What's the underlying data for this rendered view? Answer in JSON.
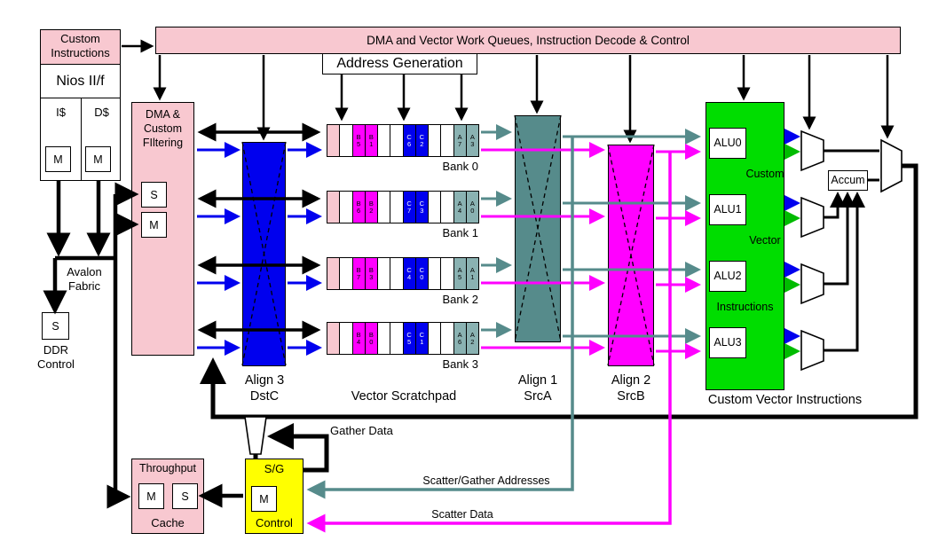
{
  "colors": {
    "pink": "#f8c8d0",
    "blue": "#0000ee",
    "magenta": "#ff00ff",
    "teal": "#568b8b",
    "teal_light": "#8ab2b2",
    "green": "#00dd00",
    "yellow": "#ffff00"
  },
  "top_bar": {
    "label": "DMA and Vector Work Queues, Instruction Decode & Control"
  },
  "address_generation": {
    "label": "Address Generation"
  },
  "processor": {
    "custom_instructions_line1": "Custom",
    "custom_instructions_line2": "Instructions",
    "core": "Nios II/f",
    "icache": "I$",
    "dcache": "D$",
    "icache_port": "M",
    "dcache_port": "M"
  },
  "dma": {
    "line1": "DMA &",
    "line2": "Custom",
    "line3": "FIltering",
    "s_port": "S",
    "m_port": "M"
  },
  "avalon": {
    "line1": "Avalon",
    "line2": "Fabric"
  },
  "ddr": {
    "s_port": "S",
    "line1": "DDR",
    "line2": "Control"
  },
  "align3": {
    "name": "Align 3",
    "operand": "DstC"
  },
  "align1": {
    "name": "Align 1",
    "operand": "SrcA"
  },
  "align2": {
    "name": "Align 2",
    "operand": "SrcB"
  },
  "scratchpad": {
    "label": "Vector Scratchpad",
    "cell_colors": [
      "pink",
      "white",
      "magenta",
      "magenta",
      "white",
      "white",
      "blue",
      "blue",
      "white",
      "white",
      "teal",
      "teal"
    ],
    "banks": [
      {
        "name": "Bank 0",
        "cells": [
          "",
          "",
          "B5",
          "B1",
          "",
          "",
          "C6",
          "C2",
          "",
          "",
          "A7",
          "A3"
        ]
      },
      {
        "name": "Bank 1",
        "cells": [
          "",
          "",
          "B6",
          "B2",
          "",
          "",
          "C7",
          "C3",
          "",
          "",
          "A4",
          "A0"
        ]
      },
      {
        "name": "Bank 2",
        "cells": [
          "",
          "",
          "B7",
          "B3",
          "",
          "",
          "C4",
          "C0",
          "",
          "",
          "A5",
          "A1"
        ]
      },
      {
        "name": "Bank 3",
        "cells": [
          "",
          "",
          "B4",
          "B0",
          "",
          "",
          "C5",
          "C1",
          "",
          "",
          "A6",
          "A2"
        ]
      }
    ]
  },
  "cvi": {
    "label": "Custom Vector Instructions",
    "alus": [
      "ALU0",
      "ALU1",
      "ALU2",
      "ALU3"
    ],
    "caption1": "Custom",
    "caption2": "Vector",
    "caption3": "Instructions",
    "accum": "Accum"
  },
  "sg": {
    "line1": "S/G",
    "line2": "Control",
    "m_port": "M"
  },
  "cache": {
    "line1": "Throughput",
    "line2": "Cache",
    "m_port": "M",
    "s_port": "S"
  },
  "flow_labels": {
    "gather": "Gather Data",
    "sg_addresses": "Scatter/Gather Addresses",
    "scatter": "Scatter Data"
  }
}
